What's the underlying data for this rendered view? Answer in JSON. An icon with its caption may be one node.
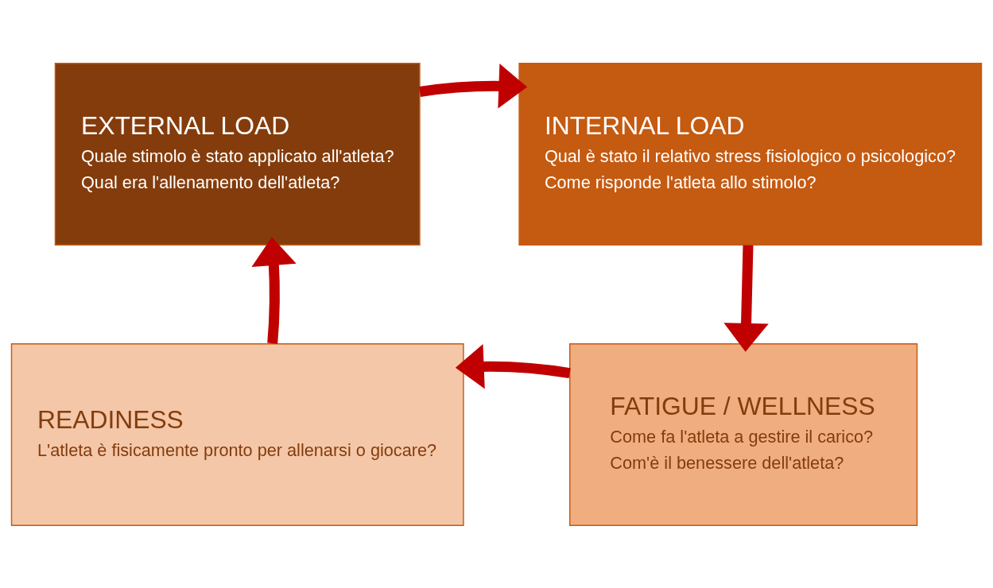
{
  "diagram": {
    "nodes": [
      {
        "text": [
          "EXTERNAL LOAD",
          "Quale stimolo è stato applicato all'atleta?",
          "Qual era l'allenamento dell'atleta?"
        ]
      },
      {
        "text": [
          "INTERNAL LOAD",
          "Qual è stato il relativo stress fisiologico o psicologico?",
          "Come risponde l'atleta allo stimolo?"
        ]
      },
      {
        "text": [
          "READINESS",
          "L'atleta è fisicamente pronto per allenarsi o giocare?"
        ]
      },
      {
        "text": [
          "FATIGUE / WELLNESS",
          "Come fa l'atleta a gestire il carico?",
          "Com'è il benessere dell'atleta?"
        ]
      }
    ],
    "edges": [
      {
        "from": 0,
        "to": 1,
        "arrow": "to"
      },
      {
        "from": 1,
        "to": 3,
        "arrow": "to"
      },
      {
        "from": 3,
        "to": 2,
        "arrow": "to"
      },
      {
        "from": 2,
        "to": 0,
        "arrow": "to"
      }
    ]
  }
}
